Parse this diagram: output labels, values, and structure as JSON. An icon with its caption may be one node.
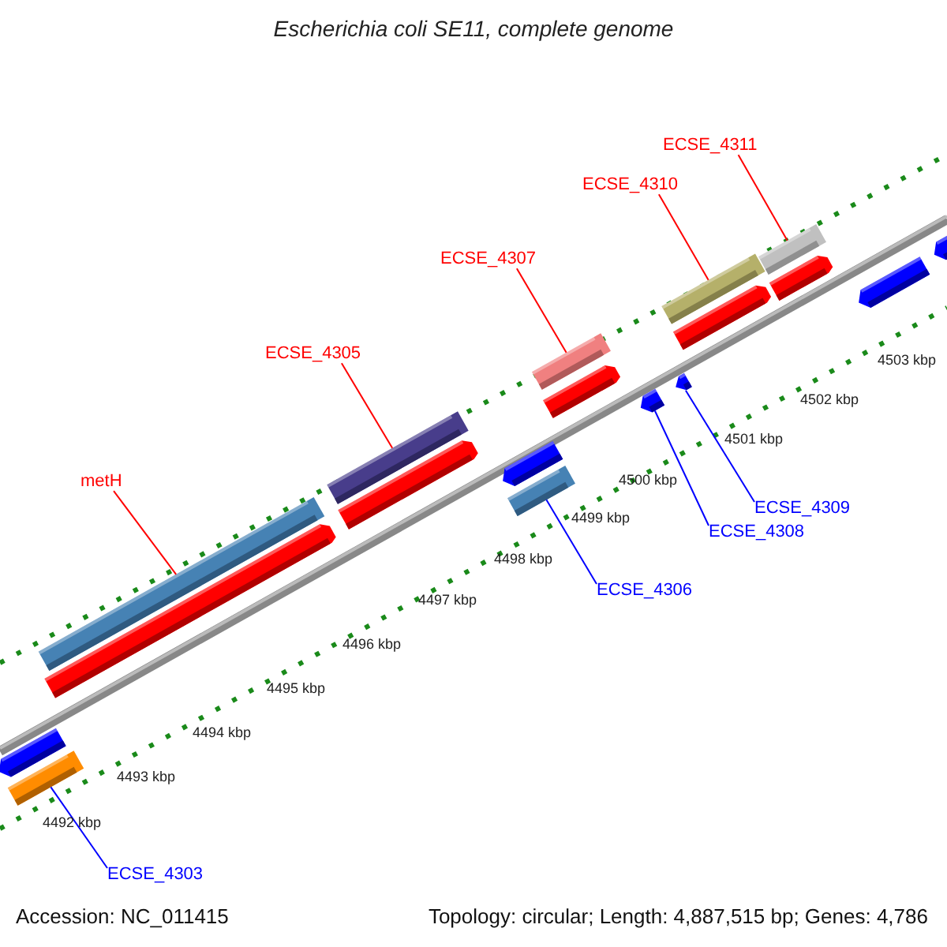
{
  "diagram": {
    "title": "Escherichia coli SE11, complete genome",
    "nodes": [
      {
        "text": [
          "ECSE_4311"
        ]
      },
      {
        "text": [
          "ECSE_4310"
        ]
      },
      {
        "text": [
          "ECSE_4307"
        ]
      },
      {
        "text": [
          "ECSE_4305"
        ]
      },
      {
        "text": [
          "metH"
        ]
      },
      {
        "text": [
          "ECSE_4309"
        ]
      },
      {
        "text": [
          "ECSE_4308"
        ]
      },
      {
        "text": [
          "ECSE_4306"
        ]
      },
      {
        "text": [
          "ECSE_4303"
        ]
      },
      {
        "text": [],
        "shape": "bar"
      },
      {
        "text": [],
        "shape": "bar"
      },
      {
        "text": [],
        "shape": "bar"
      },
      {
        "text": [],
        "shape": "bar"
      },
      {
        "text": [],
        "shape": "bar"
      },
      {
        "text": [],
        "shape": "arrow"
      },
      {
        "text": [],
        "shape": "arrow"
      },
      {
        "text": [],
        "shape": "bar"
      },
      {
        "text": [],
        "shape": "bar"
      },
      {
        "text": [],
        "shape": "arrow"
      },
      {
        "text": [],
        "shape": "arrow"
      },
      {
        "text": [],
        "shape": "arrow"
      },
      {
        "text": [],
        "shape": "arrow"
      },
      {
        "text": [],
        "shape": "arrow"
      },
      {
        "text": [],
        "shape": "arrow"
      },
      {
        "text": [],
        "shape": "arrow"
      },
      {
        "text": [],
        "shape": "arrow"
      },
      {
        "text": [],
        "shape": "arrow"
      }
    ],
    "edges": [
      {
        "from": 0,
        "to": 9,
        "arrow": "none"
      },
      {
        "from": 1,
        "to": 10,
        "arrow": "none"
      },
      {
        "from": 2,
        "to": 11,
        "arrow": "none"
      },
      {
        "from": 3,
        "to": 12,
        "arrow": "none"
      },
      {
        "from": 4,
        "to": 13,
        "arrow": "none"
      },
      {
        "from": 5,
        "to": 14,
        "arrow": "none",
        "color": "#0000ff"
      },
      {
        "from": 6,
        "to": 15,
        "arrow": "none",
        "color": "#0000ff"
      },
      {
        "from": 7,
        "to": 16,
        "arrow": "none",
        "color": "#0000ff"
      },
      {
        "from": 8,
        "to": 17,
        "arrow": "none",
        "color": "#0000ff"
      }
    ],
    "labels": [
      "4503 kbp",
      "4502 kbp",
      "4501 kbp",
      "4500 kbp",
      "4499 kbp",
      "4498 kbp",
      "4497 kbp",
      "4496 kbp",
      "4495 kbp",
      "4494 kbp",
      "4493 kbp",
      "4492 kbp",
      "Accession: NC_011415",
      "Topology: circular; Length: 4,887,515 bp; Genes: 4,786"
    ]
  }
}
